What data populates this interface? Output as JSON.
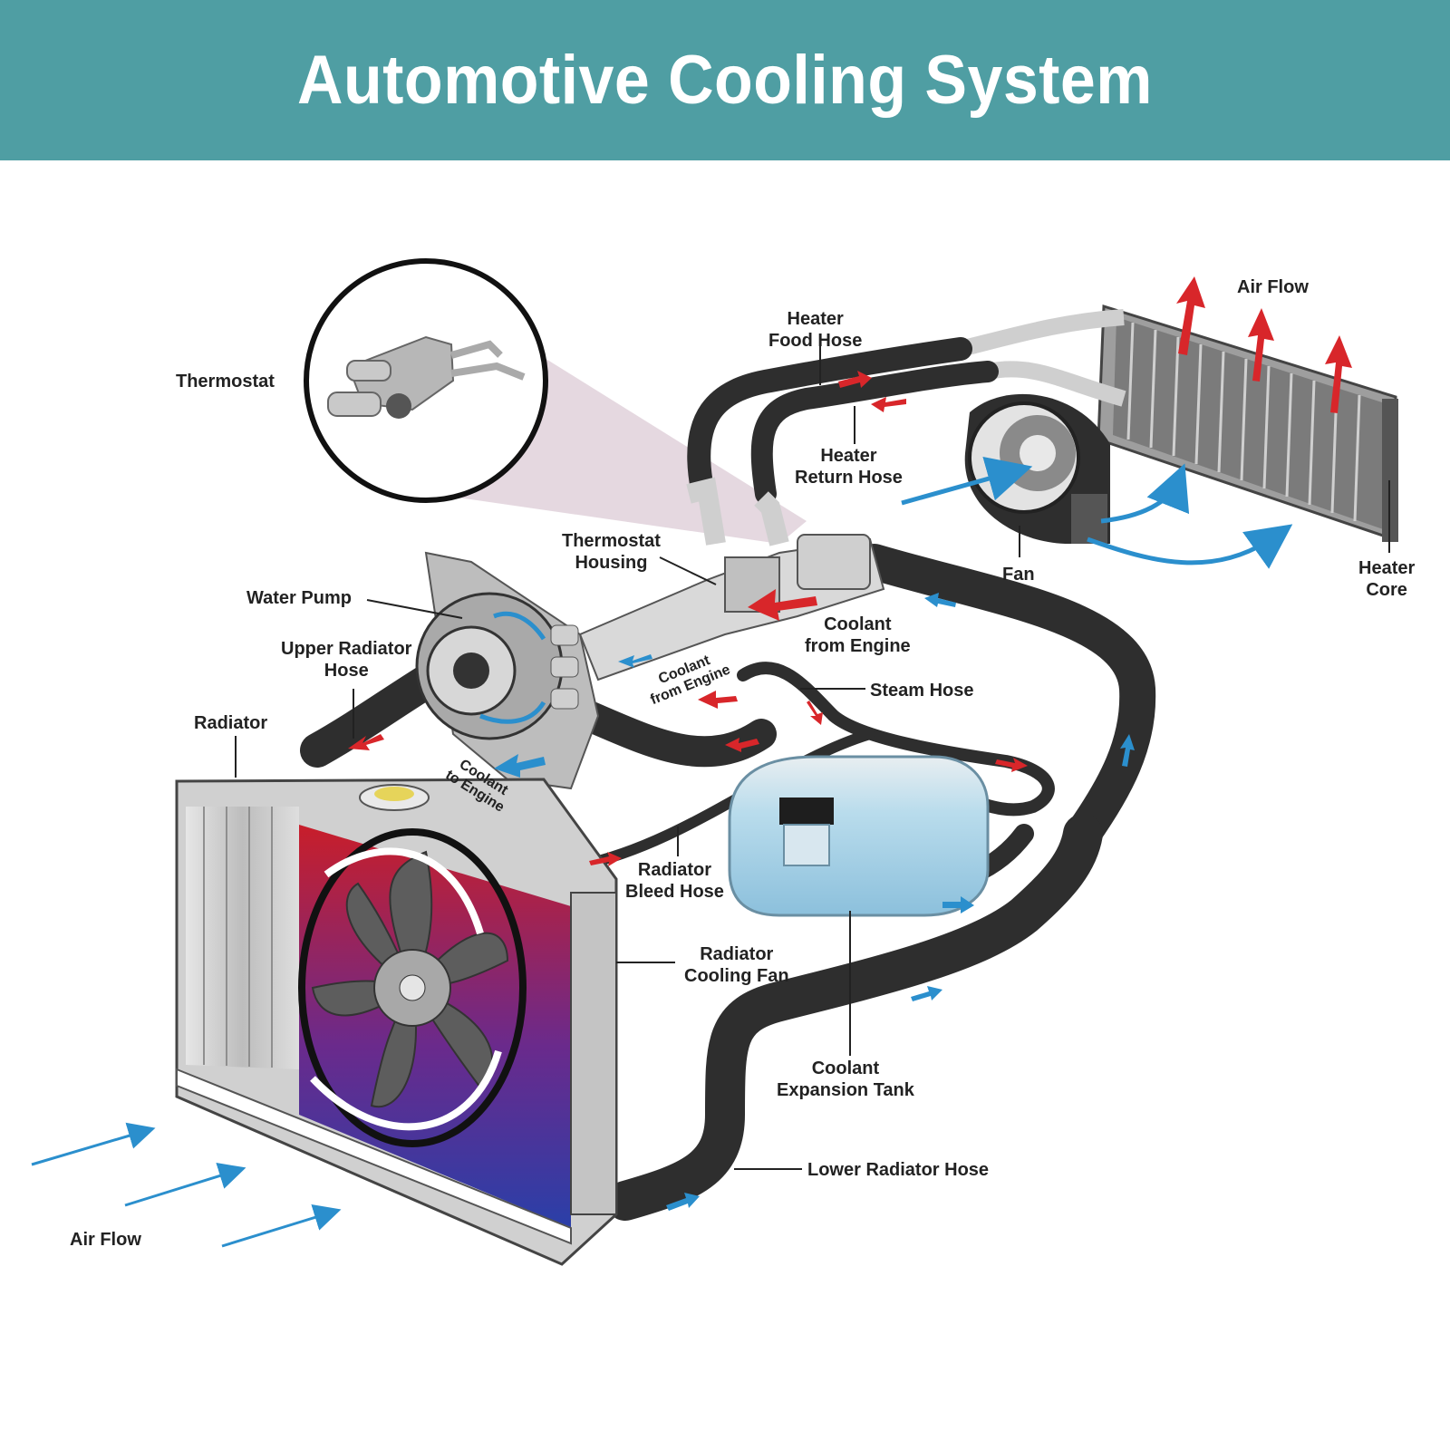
{
  "title": "Automotive Cooling System",
  "labels": {
    "thermostat": "Thermostat",
    "heater_food_hose": [
      "Heater",
      "Food Hose"
    ],
    "air_flow_top": "Air Flow",
    "heater_return_hose": [
      "Heater",
      "Return Hose"
    ],
    "thermostat_housing": [
      "Thermostat",
      "Housing"
    ],
    "fan": "Fan",
    "heater_core": [
      "Heater",
      "Core"
    ],
    "water_pump": "Water Pump",
    "coolant_from_engine_right": [
      "Coolant",
      "from Engine"
    ],
    "upper_radiator_hose": [
      "Upper Radiator",
      "Hose"
    ],
    "coolant_from_engine_small": [
      "Coolant",
      "from Engine"
    ],
    "steam_hose": "Steam Hose",
    "radiator": "Radiator",
    "coolant_to_engine": [
      "Coolant",
      "to Engine"
    ],
    "radiator_bleed_hose": [
      "Radiator",
      "Bleed Hose"
    ],
    "radiator_cooling_fan": [
      "Radiator",
      "Cooling Fan"
    ],
    "coolant_expansion_tank": [
      "Coolant",
      "Expansion Tank"
    ],
    "lower_radiator_hose": "Lower Radiator Hose",
    "air_flow_bottom": "Air Flow"
  },
  "colors": {
    "banner": "#4f9ea3",
    "hose": "#2e2e2e",
    "metal": "#c9c9c9",
    "hot_arrow": "#d8262a",
    "cool_arrow": "#2b8fcd",
    "tank": "#a7d3e8",
    "radiator_hot": "#c81e2a",
    "radiator_cool": "#2a3fa8"
  }
}
